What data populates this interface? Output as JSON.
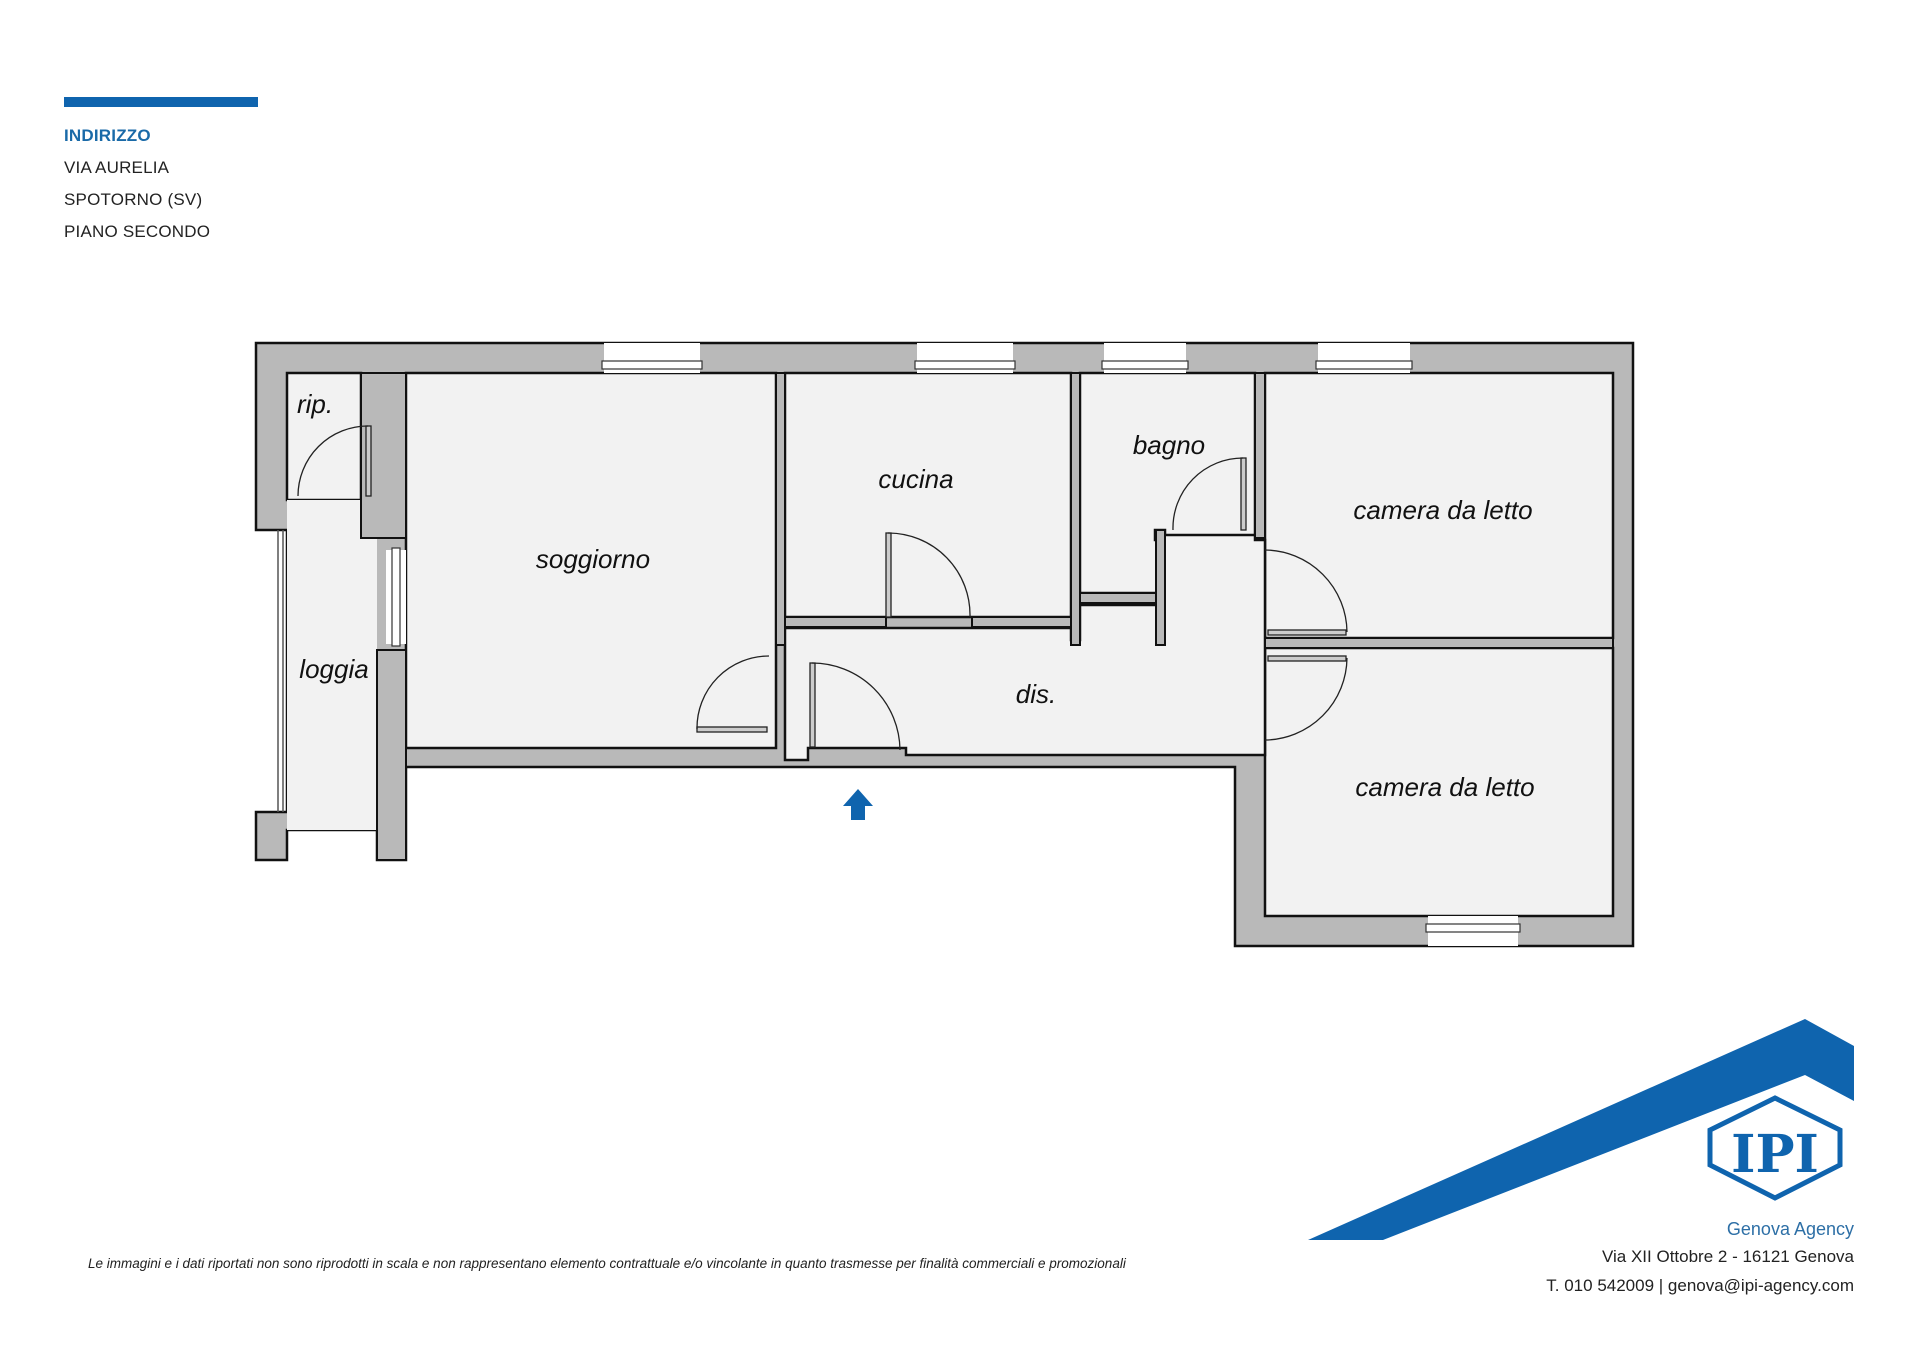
{
  "header": {
    "accent_color": "#0f64ae",
    "title": "INDIRIZZO",
    "address_line1": "VIA AURELIA",
    "address_line2": "SPOTORNO (SV)",
    "floor": "PIANO SECONDO"
  },
  "floor_plan": {
    "rooms": {
      "storage": "rip.",
      "loggia": "loggia",
      "living": "soggiorno",
      "kitchen": "cucina",
      "bathroom": "bagno",
      "hallway": "dis.",
      "bedroom1": "camera da letto",
      "bedroom2": "camera da letto"
    },
    "entrance_icon": "arrow-up-icon",
    "wall_color": "#b9b9b9",
    "floor_color": "#f2f2f2"
  },
  "disclaimer": "Le immagini e i dati riportati non sono riprodotti in scala e non rappresentano elemento contrattuale e/o vincolante in quanto trasmesse per finalità commerciali e promozionali",
  "agency": {
    "logo_text": "IPI",
    "name": "Genova Agency",
    "address": "Via XII Ottobre 2 - 16121 Genova",
    "contact": "T. 010 542009 | genova@ipi-agency.com",
    "brand_color": "#0f64ae"
  }
}
